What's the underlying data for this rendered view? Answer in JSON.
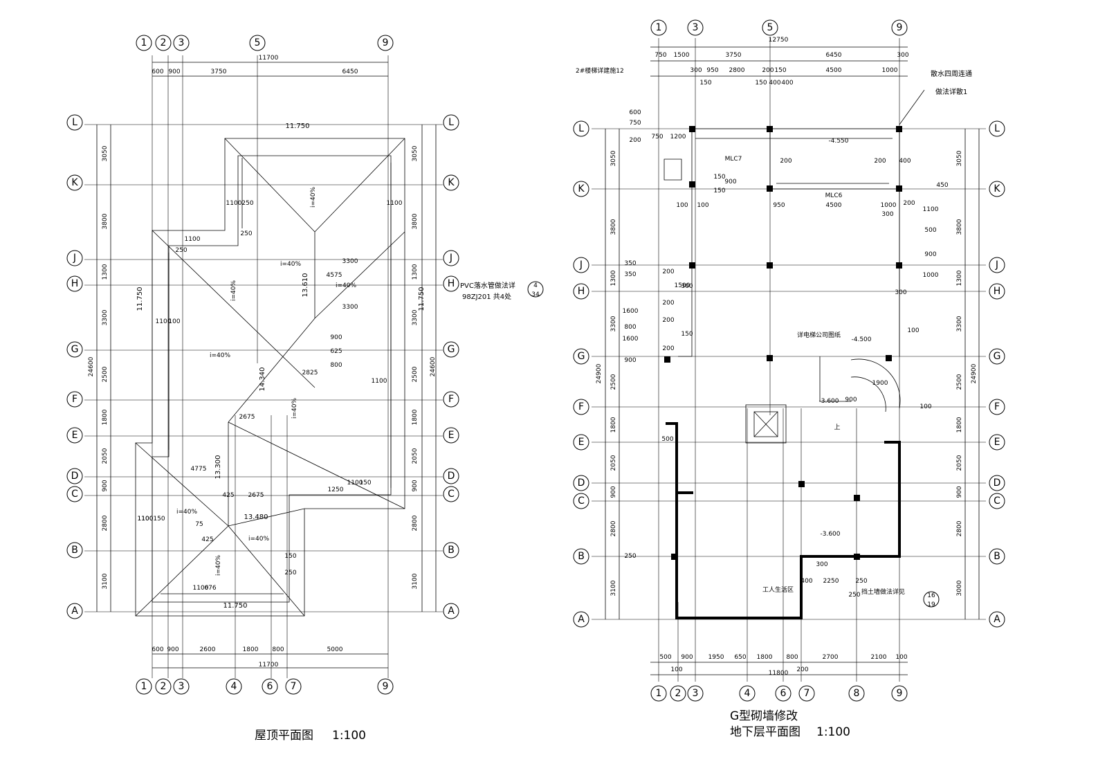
{
  "roof_plan": {
    "title": "屋顶平面图",
    "scale": "1:100",
    "top_axes": [
      "1",
      "2",
      "3",
      "5",
      "9"
    ],
    "bottom_axes": [
      "1",
      "2",
      "3",
      "4",
      "6",
      "7",
      "9"
    ],
    "row_axes": [
      "L",
      "K",
      "J",
      "H",
      "G",
      "F",
      "E",
      "D",
      "C",
      "B",
      "A"
    ],
    "top_total": "11700",
    "top_dims": [
      "600",
      "900",
      "3750",
      "6450"
    ],
    "bottom_dims": [
      "600",
      "900",
      "2600",
      "1800",
      "800",
      "5000"
    ],
    "bottom_total": "11700",
    "left_dims": [
      "3050",
      "3800",
      "1300",
      "3300",
      "2500",
      "1800",
      "2050",
      "900",
      "2800",
      "3100"
    ],
    "right_dims": [
      "3050",
      "3800",
      "1300",
      "3300",
      "2500",
      "1800",
      "2050",
      "900",
      "2800",
      "3100"
    ],
    "total_height": "24600",
    "elevations": [
      "11.750",
      "11.750",
      "13.610",
      "14.340",
      "13.300",
      "13.480",
      "11.750",
      "11.750"
    ],
    "slope_labels": [
      "i=40%",
      "i=40%",
      "i=40%",
      "i=40%",
      "i=40%",
      "i=40%",
      "i=40%",
      "i=40%",
      "i=40%"
    ],
    "inner_dims": [
      "1100",
      "250",
      "250",
      "1100",
      "250",
      "1100",
      "1100",
      "100",
      "3300",
      "4575",
      "3300",
      "2825",
      "900",
      "625",
      "800",
      "1100",
      "2675",
      "4775",
      "425",
      "2675",
      "1250",
      "1100",
      "150",
      "150",
      "1100",
      "75",
      "425",
      "1100",
      "150",
      "250",
      "1100",
      "676"
    ],
    "pvc_note": "PVC落水管做法详",
    "pvc_ref": "98ZJ201 共4处",
    "pvc_detail_top": "4",
    "pvc_detail_bottom": "34"
  },
  "basement_plan": {
    "title_line1": "G型砌墙修改",
    "title_line2": "地下层平面图",
    "scale": "1:100",
    "top_axes": [
      "1",
      "3",
      "5",
      "9"
    ],
    "bottom_axes": [
      "1",
      "2",
      "3",
      "4",
      "6",
      "7",
      "8",
      "9"
    ],
    "row_axes": [
      "L",
      "K",
      "J",
      "H",
      "G",
      "F",
      "E",
      "D",
      "C",
      "B",
      "A"
    ],
    "top_total": "12750",
    "top_dims": [
      "750",
      "1500",
      "3750",
      "6450",
      "300"
    ],
    "top_dims_2": [
      "300",
      "950",
      "2800",
      "200",
      "150",
      "4500",
      "1000"
    ],
    "top_dims_3": [
      "150",
      "150",
      "400",
      "400"
    ],
    "bottom_dims": [
      "500",
      "900",
      "1950",
      "650",
      "1800",
      "800",
      "2700",
      "2100",
      "100"
    ],
    "bottom_dims_2": [
      "100",
      "200"
    ],
    "bottom_total": "11800",
    "left_dims": [
      "3050",
      "3800",
      "1300",
      "3300",
      "2500",
      "1800",
      "2050",
      "900",
      "2800",
      "3100"
    ],
    "right_dims": [
      "3050",
      "3800",
      "1300",
      "3300",
      "2500",
      "1800",
      "2050",
      "900",
      "2800",
      "3000"
    ],
    "total_height": "24900",
    "notes": {
      "stair_detail": "2#楼梯详建施12",
      "apron": "散水四周连通",
      "apron_detail": "做法详散1",
      "elevator": "详电梯公司图纸",
      "worker_area": "工人生活区",
      "retaining_wall": "挡土墙做法详见",
      "retaining_ref_top": "16",
      "retaining_ref_bottom": "19",
      "door_mlc7": "MLC7",
      "door_mlc6": "MLC6",
      "up_label": "上"
    },
    "levels": [
      "-4.550",
      "-4.500",
      "-3.600",
      "-3.600"
    ],
    "inner_dims": [
      "600",
      "750",
      "200",
      "750",
      "1200",
      "200",
      "200",
      "400",
      "100",
      "100",
      "950",
      "4500",
      "1000",
      "200",
      "300",
      "150",
      "900",
      "150",
      "350",
      "350",
      "200",
      "1500",
      "300",
      "200",
      "1600",
      "800",
      "1600",
      "200",
      "150",
      "300",
      "900",
      "200",
      "100",
      "500",
      "1900",
      "900",
      "100",
      "250",
      "400",
      "2250",
      "250",
      "300",
      "250",
      "1100",
      "500",
      "900",
      "1000",
      "450"
    ]
  }
}
